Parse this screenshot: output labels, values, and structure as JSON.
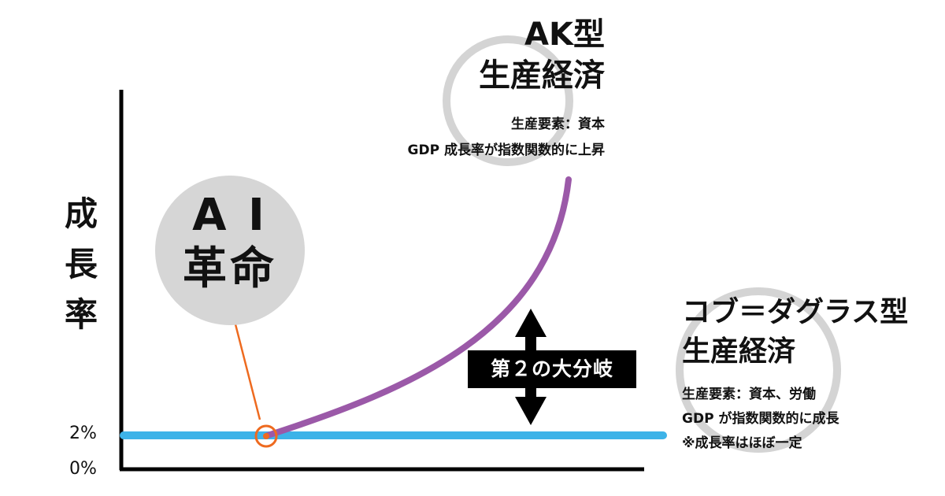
{
  "y_axis": {
    "label_chars": [
      "成",
      "長",
      "率"
    ],
    "ticks": [
      {
        "label": "2%",
        "value": 2
      },
      {
        "label": "0%",
        "value": 0
      }
    ]
  },
  "ai_revolution": {
    "line1": "A I",
    "line2": "革命"
  },
  "ak_model": {
    "title_line1": "AK型",
    "title_line2": "生産経済",
    "factors": "生産要素：資本",
    "description": "GDP 成長率が指数関数的に上昇"
  },
  "cobb_douglas_model": {
    "title_line1": "コブ＝ダグラス型",
    "title_line2": "生産経済",
    "factors": "生産要素：資本、労働",
    "description": "GDP が指数関数的に成長",
    "note": "※成長率はほぼ一定"
  },
  "divergence_label": "第２の大分岐",
  "colors": {
    "ak_curve": "#9b59a8",
    "cobb_douglas_line": "#3db3e8",
    "ai_marker": "#ee6a1f",
    "circle_fill": "#d6d6d6",
    "ring": "#d4d4d4",
    "axis": "#000000"
  },
  "chart_data": {
    "type": "line",
    "title": "",
    "xlabel": "",
    "ylabel": "成長率",
    "y_ticks": [
      "0%",
      "2%"
    ],
    "series": [
      {
        "name": "コブ＝ダグラス型生産経済",
        "shape": "flat",
        "value": 2,
        "color": "#3db3e8"
      },
      {
        "name": "AK型生産経済",
        "shape": "exponential",
        "start_value": 2,
        "color": "#9b59a8"
      }
    ],
    "annotations": [
      "AI革命 (branch point)",
      "第２の大分岐"
    ]
  }
}
